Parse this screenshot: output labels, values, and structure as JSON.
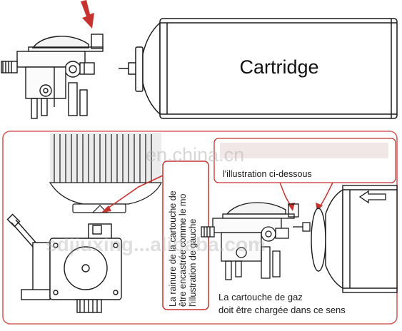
{
  "top": {
    "cartridge_label": "Cartridge"
  },
  "panel": {
    "vertical_caption_lines": [
      "La rainure de la cartouche de",
      "être encastrée comme le mo",
      "l'illustration de gauche"
    ],
    "upper_caption": "l'illustration ci-dessous",
    "bottom_caption_lines": [
      "La cartouche de gaz",
      "doit être chargée dans ce sens"
    ]
  },
  "watermarks": {
    "primary": "en.china.cn",
    "secondary": "sdjiuxing...alibaba.com"
  },
  "colors": {
    "accent_red": "#c8322e",
    "frame_red": "#d8605c",
    "line": "#1a1a1a"
  }
}
